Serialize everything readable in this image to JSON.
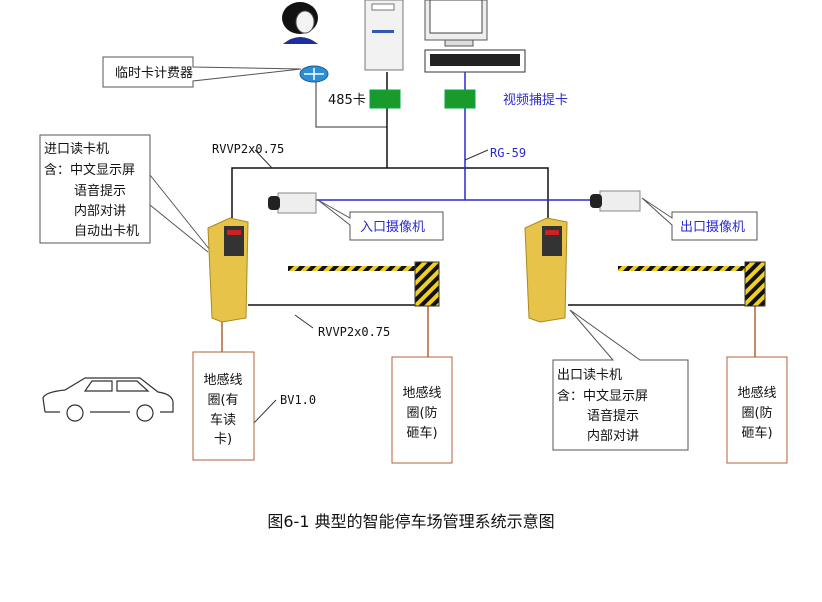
{
  "caption": "图6-1 典型的智能停车场管理系统示意图",
  "labels": {
    "fee_terminal": "临时卡计费器",
    "card_485": "485卡",
    "video_capture_card": "视频捕提卡",
    "cable_rvvp_top": "RVVP2x0.75",
    "cable_rg59": "RG-59",
    "cable_rvvp_bottom": "RVVP2x0.75",
    "cable_bv": "BV1.0",
    "entry_camera": "入口摄像机",
    "exit_camera": "出口摄像机"
  },
  "entry_reader": {
    "title": "进口读卡机",
    "lines": [
      "含：中文显示屏",
      "语音提示",
      "内部对讲",
      "自动出卡机"
    ]
  },
  "exit_reader": {
    "title": "出口读卡机",
    "lines": [
      "含：中文显示屏",
      "语音提示",
      "内部对讲"
    ]
  },
  "loop_entry": [
    "地感线",
    "圈(有",
    "车读",
    "卡)"
  ],
  "loop_entry_barrier": [
    "地感线",
    "圈(防",
    "砸车)"
  ],
  "loop_exit_barrier": [
    "地感线",
    "圈(防",
    "砸车)"
  ],
  "colors": {
    "video_line": "#2a2ad0",
    "loop_line": "#b0603a",
    "kiosk": "#e8c34a",
    "card": "#1a9a2a"
  }
}
